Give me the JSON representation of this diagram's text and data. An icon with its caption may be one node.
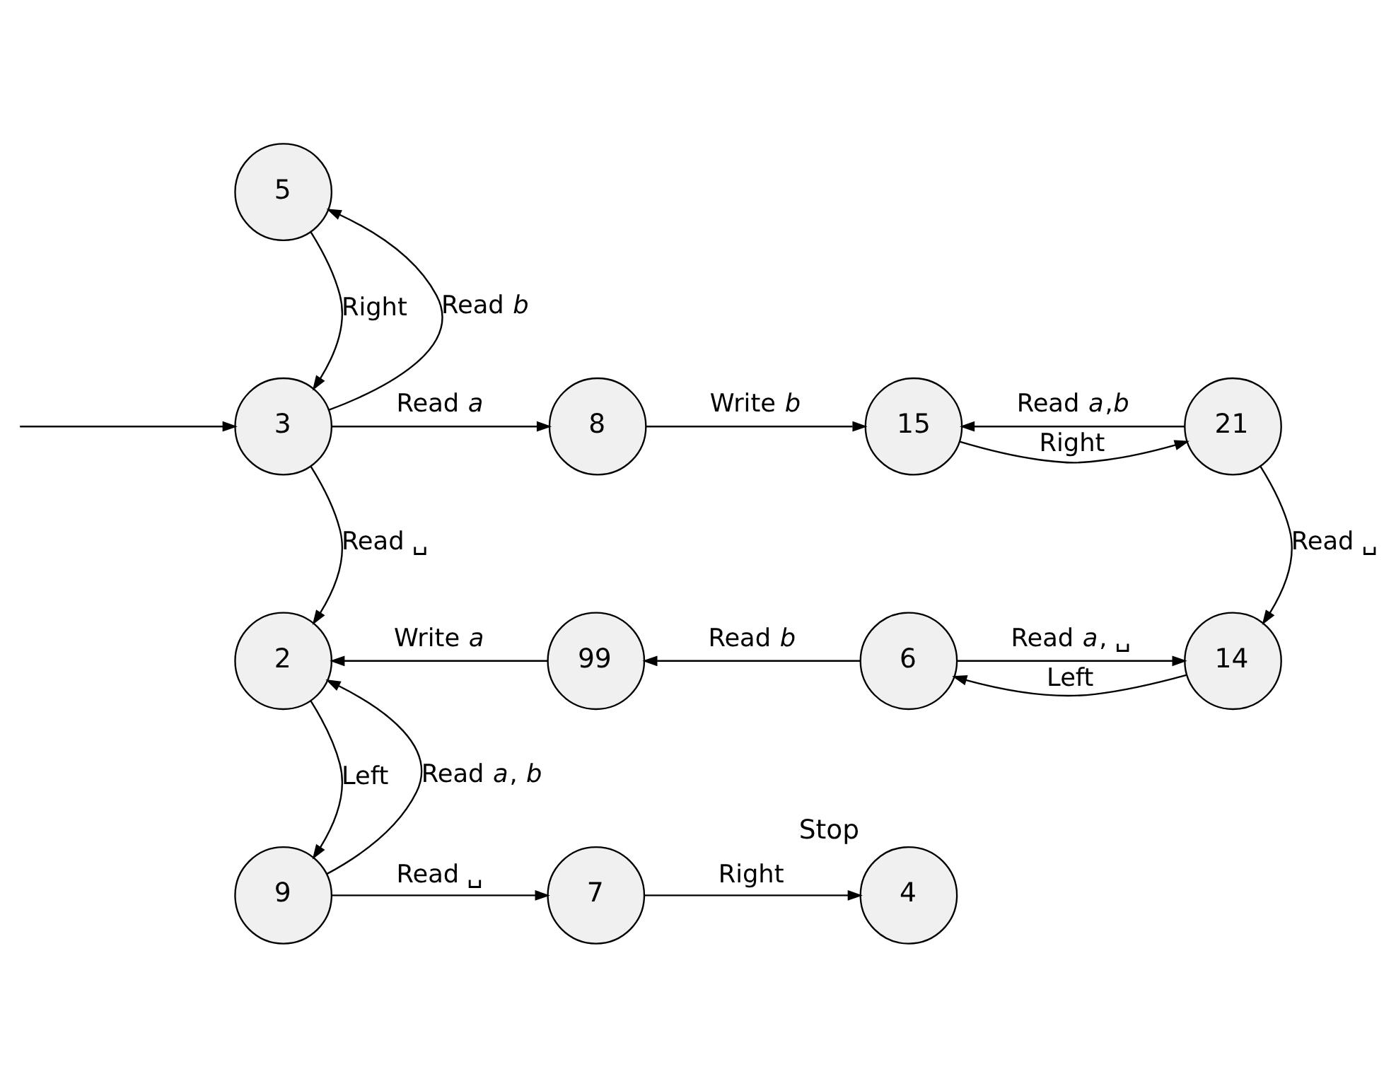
{
  "diagram": {
    "nodes": [
      {
        "text": [
          "5"
        ]
      },
      {
        "text": [
          "3"
        ]
      },
      {
        "text": [
          "8"
        ]
      },
      {
        "text": [
          "15"
        ]
      },
      {
        "text": [
          "21"
        ]
      },
      {
        "text": [
          "2"
        ]
      },
      {
        "text": [
          "99"
        ]
      },
      {
        "text": [
          "6"
        ]
      },
      {
        "text": [
          "14"
        ]
      },
      {
        "text": [
          "9"
        ]
      },
      {
        "text": [
          "7"
        ]
      },
      {
        "text": [
          "4"
        ],
        "beside": [
          "Stop"
        ]
      }
    ],
    "edges": [
      {
        "from": null,
        "to": 1,
        "arrow": "to"
      },
      {
        "from": 0,
        "to": 1,
        "arrow": "to",
        "label": "Right"
      },
      {
        "from": 1,
        "to": 0,
        "arrow": "to",
        "label": "Read *b*"
      },
      {
        "from": 1,
        "to": 2,
        "arrow": "to",
        "label": "Read *a*"
      },
      {
        "from": 2,
        "to": 3,
        "arrow": "to",
        "label": "Write *b*"
      },
      {
        "from": 4,
        "to": 3,
        "arrow": "to",
        "label": "Read *a*,*b*"
      },
      {
        "from": 3,
        "to": 4,
        "arrow": "to",
        "label": "Right"
      },
      {
        "from": 4,
        "to": 8,
        "arrow": "to",
        "label": "Read ␣"
      },
      {
        "from": 7,
        "to": 8,
        "arrow": "to",
        "label": "Read *a*, ␣"
      },
      {
        "from": 8,
        "to": 7,
        "arrow": "to",
        "label": "Left"
      },
      {
        "from": 7,
        "to": 6,
        "arrow": "to",
        "label": "Read *b*"
      },
      {
        "from": 6,
        "to": 5,
        "arrow": "to",
        "label": "Write *a*"
      },
      {
        "from": 1,
        "to": 5,
        "arrow": "to",
        "label": "Read ␣"
      },
      {
        "from": 5,
        "to": 9,
        "arrow": "to",
        "label": "Left"
      },
      {
        "from": 9,
        "to": 5,
        "arrow": "to",
        "label": "Read *a*, *b*"
      },
      {
        "from": 9,
        "to": 10,
        "arrow": "to",
        "label": "Read ␣"
      },
      {
        "from": 10,
        "to": 11,
        "arrow": "to",
        "label": "Right"
      }
    ]
  }
}
